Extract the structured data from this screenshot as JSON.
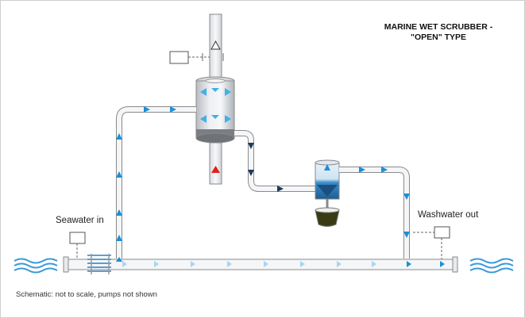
{
  "diagram": {
    "title_line1": "MARINE WET SCRUBBER -",
    "title_line2": "\"OPEN\" TYPE",
    "seawater_in_label": "Seawater in",
    "washwater_out_label": "Washwater out",
    "footnote": "Schematic: not to scale, pumps not shown"
  },
  "colors": {
    "pipe_outline": "#8a8a8a",
    "pipe_fill": "#f4f6f8",
    "flow_arrow_blue": "#1b8fd8",
    "flow_arrow_light": "#a8d4f0",
    "flow_arrow_dark": "#1d3a5c",
    "exhaust_arrow_red": "#e02020",
    "scrubber_spray_blue": "#3fb0e8",
    "sludge": "#3a3a14",
    "water_blue": "#2f7fbf",
    "wave_blue": "#3a9ad9"
  },
  "icons": [
    "exhaust-outlet-arrow-icon",
    "exhaust-inlet-arrow-icon",
    "spray-nozzle-icon",
    "flow-arrow-icon",
    "sensor-box-icon",
    "wave-icon"
  ]
}
